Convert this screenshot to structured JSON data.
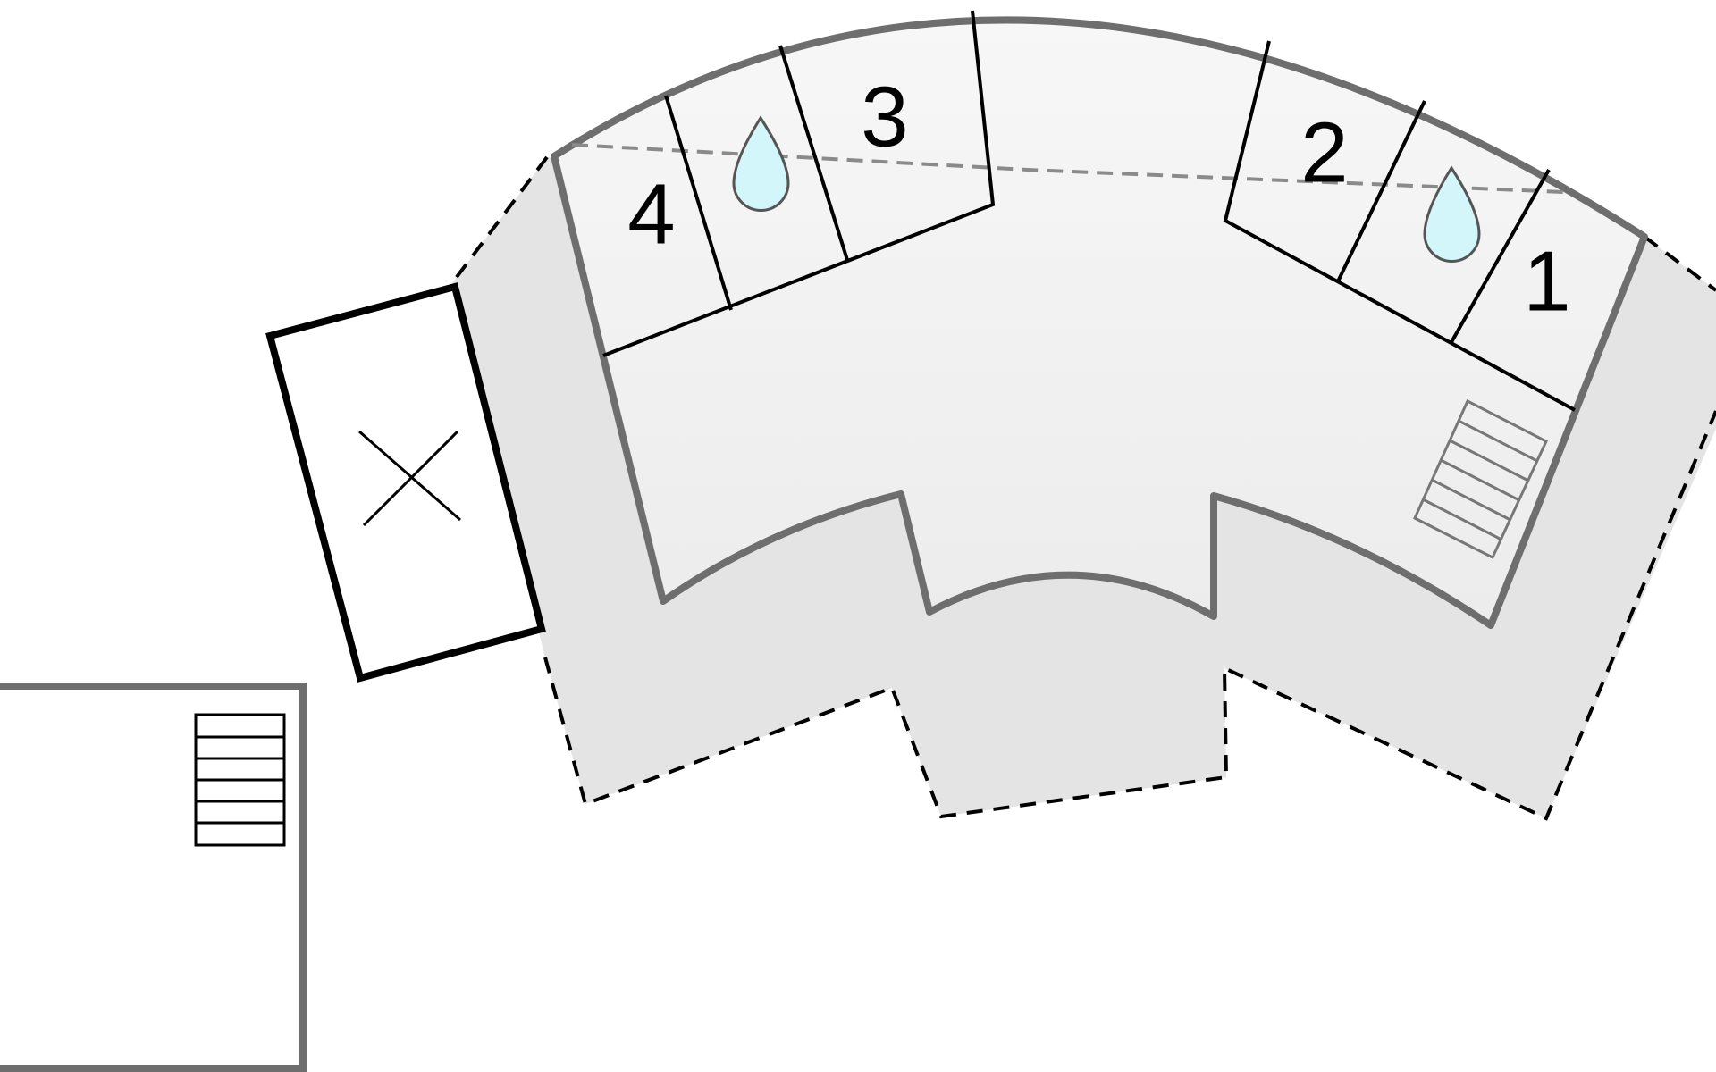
{
  "rooms": [
    {
      "number": "1"
    },
    {
      "number": "2"
    },
    {
      "number": "3"
    },
    {
      "number": "4"
    }
  ],
  "icons": {
    "water": "water-drop-icon",
    "stairs": "stairs-icon",
    "void": "cross-icon"
  },
  "colors": {
    "terrace_fill": "#e4e4e4",
    "floor_fill": "#f2f2f2",
    "wall": "#6e6e6e",
    "water_drop": "#d3f6fb",
    "line": "#000000"
  }
}
